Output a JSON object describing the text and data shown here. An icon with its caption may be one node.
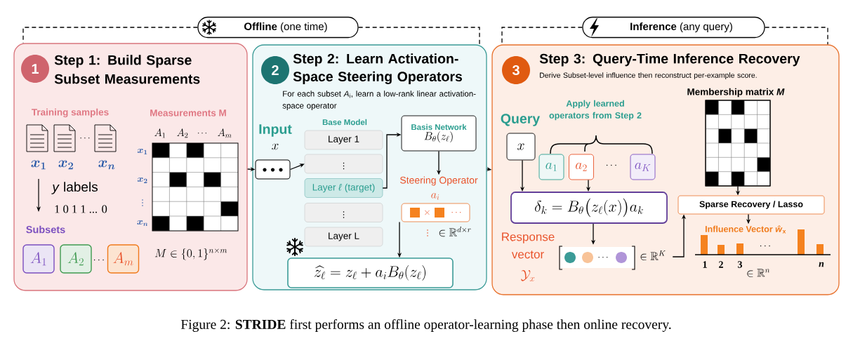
{
  "diagram": {
    "caption": "Figure 2: **STRIDE** first performs an offline operator-learning phase then online recovery.",
    "nodes": [
      {
        "text": [
          "**Offline** (one time)"
        ]
      },
      {
        "text": [
          "**Inference** (any query)"
        ]
      },
      {
        "text": [
          "Step 1: Build Sparse Subset Measurements"
        ]
      },
      {
        "text": [
          "1"
        ],
        "in": 2
      },
      {
        "text": [
          "A_1"
        ],
        "in": 2
      },
      {
        "text": [
          "A_2"
        ],
        "in": 2
      },
      {
        "text": [
          "A_m"
        ],
        "in": 2
      },
      {
        "text": [
          "Step 2: Learn Activation-Space Steering Operators",
          "For each subset *A*$_{i}$, learn a low-rank linear activation-space operator"
        ]
      },
      {
        "text": [
          "2"
        ],
        "in": 7
      },
      {
        "text": [],
        "shape": "box",
        "in": 7
      },
      {
        "text": [
          "Layer 1"
        ],
        "in": 7
      },
      {
        "text": [
          "\\vdots"
        ],
        "in": 7
      },
      {
        "text": [
          "Layer *ℓ* (target)"
        ],
        "in": 7
      },
      {
        "text": [
          "\\vdots"
        ],
        "in": 7
      },
      {
        "text": [
          "Layer L"
        ],
        "in": 7
      },
      {
        "text": [
          "Basis Network",
          "B_\\theta(z_\\ell)"
        ],
        "in": 7
      },
      {
        "text": [
          "Steering Operator"
        ],
        "in": 7
      },
      {
        "text": [
          "\\times",
          "\\cdots"
        ],
        "in": 7
      },
      {
        "text": [
          "\\widehat{z_\\ell} = z_\\ell + a_i B_\\theta(z_\\ell)"
        ],
        "in": 7
      },
      {
        "text": [
          "Step 3: Query-Time Inference Recovery",
          "Derive Subset-level influence then reconstruct per-example score."
        ]
      },
      {
        "text": [
          "3"
        ],
        "in": 19
      },
      {
        "text": [
          "x"
        ],
        "in": 19
      },
      {
        "text": [
          "a_1"
        ],
        "in": 19
      },
      {
        "text": [
          "a_2"
        ],
        "in": 19
      },
      {
        "text": [
          "a_K"
        ],
        "in": 19
      },
      {
        "text": [
          "\\delta_k = B_\\theta\\big(z_\\ell(x)\\big)a_k"
        ],
        "in": 19
      },
      {
        "text": [
          "\\cdots",
          "\\in \\mathbb{R}^K"
        ],
        "in": 19
      },
      {
        "text": [
          "Membership matrix *M*"
        ],
        "in": 19
      },
      {
        "text": [
          "Sparse Recovery / Lasso"
        ],
        "in": 19
      },
      {
        "text": [
          "Influence Vector *ŵ*$_{x}$"
        ],
        "beside": [
          "1",
          "2",
          "3",
          "n"
        ],
        "in": 19
      }
    ],
    "edges": [
      {
        "from": 0,
        "to": 2,
        "arrow": "none",
        "style": "dashed"
      },
      {
        "from": 0,
        "to": 7,
        "arrow": "none",
        "style": "dashed"
      },
      {
        "from": 1,
        "to": 19,
        "arrow": "none",
        "style": "dashed"
      },
      {
        "from": 1,
        "to": 19,
        "arrow": "none",
        "style": "dashed"
      },
      {
        "from": 2,
        "to": 9,
        "arrow": "to"
      },
      {
        "from": 9,
        "to": 11,
        "arrow": "to"
      },
      {
        "from": 12,
        "to": 15,
        "arrow": "to"
      },
      {
        "from": 15,
        "to": 16,
        "arrow": "to"
      },
      {
        "from": 17,
        "to": 18,
        "arrow": "to"
      },
      {
        "from": 7,
        "to": 19,
        "arrow": "to"
      },
      {
        "from": 21,
        "to": 25,
        "arrow": "to"
      },
      {
        "from": 23,
        "to": 25,
        "arrow": "to"
      },
      {
        "from": 25,
        "to": 26,
        "arrow": "to"
      },
      {
        "from": 26,
        "to": 28,
        "arrow": "to"
      },
      {
        "from": 27,
        "to": 28,
        "arrow": "to"
      },
      {
        "from": 28,
        "to": 29,
        "arrow": "to"
      }
    ],
    "labels": [
      "Training samples",
      "Measurements M",
      "x_1",
      "x_2",
      "\\cdots",
      "x_n",
      "A_1",
      "A_2",
      "\\cdots",
      "A_m",
      "x_1",
      "x_2",
      "\\vdots",
      "x_n",
      "*y* labels",
      "1 0 1 1 ... 0",
      "Subsets",
      "\\cdots",
      "M \\in \\{0,1\\}^{n\\times m}",
      "Input",
      "x",
      "Base Model",
      "a_i",
      "\\vdots",
      "\\in \\mathbb{R}^{d\\times r}",
      "Query",
      "Apply learned operators from Step 2",
      "\\cdots",
      "Response vector",
      "\\mathcal{Y}_x",
      "\\cdots",
      "\\in \\mathbb{R}^n"
    ]
  }
}
